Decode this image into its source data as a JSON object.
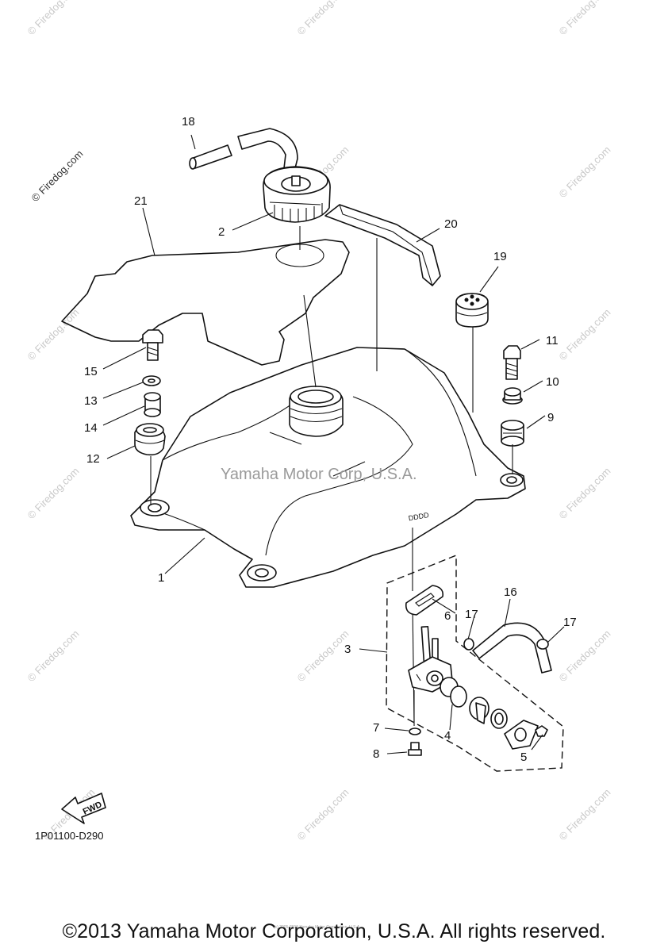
{
  "watermark": {
    "text": "© Firedog.com",
    "center_text": "Yamaha Motor Corp, U.S.A.",
    "tiny_text": "(c) 2005-2015 Yamaha Motor Corporation, U.S.A."
  },
  "labels": {
    "l1": "1",
    "l2": "2",
    "l3": "3",
    "l4": "4",
    "l5": "5",
    "l6": "6",
    "l7": "7",
    "l8": "8",
    "l9": "9",
    "l10": "10",
    "l11": "11",
    "l12": "12",
    "l13": "13",
    "l14": "14",
    "l15": "15",
    "l16": "16",
    "l17a": "17",
    "l17b": "17",
    "l18": "18",
    "l19": "19",
    "l20": "20",
    "l21": "21"
  },
  "fwd_label": "FWD",
  "diagram_code": "1P01100-D290",
  "copyright": "©2013 Yamaha Motor Corporation, U.S.A. All rights reserved."
}
